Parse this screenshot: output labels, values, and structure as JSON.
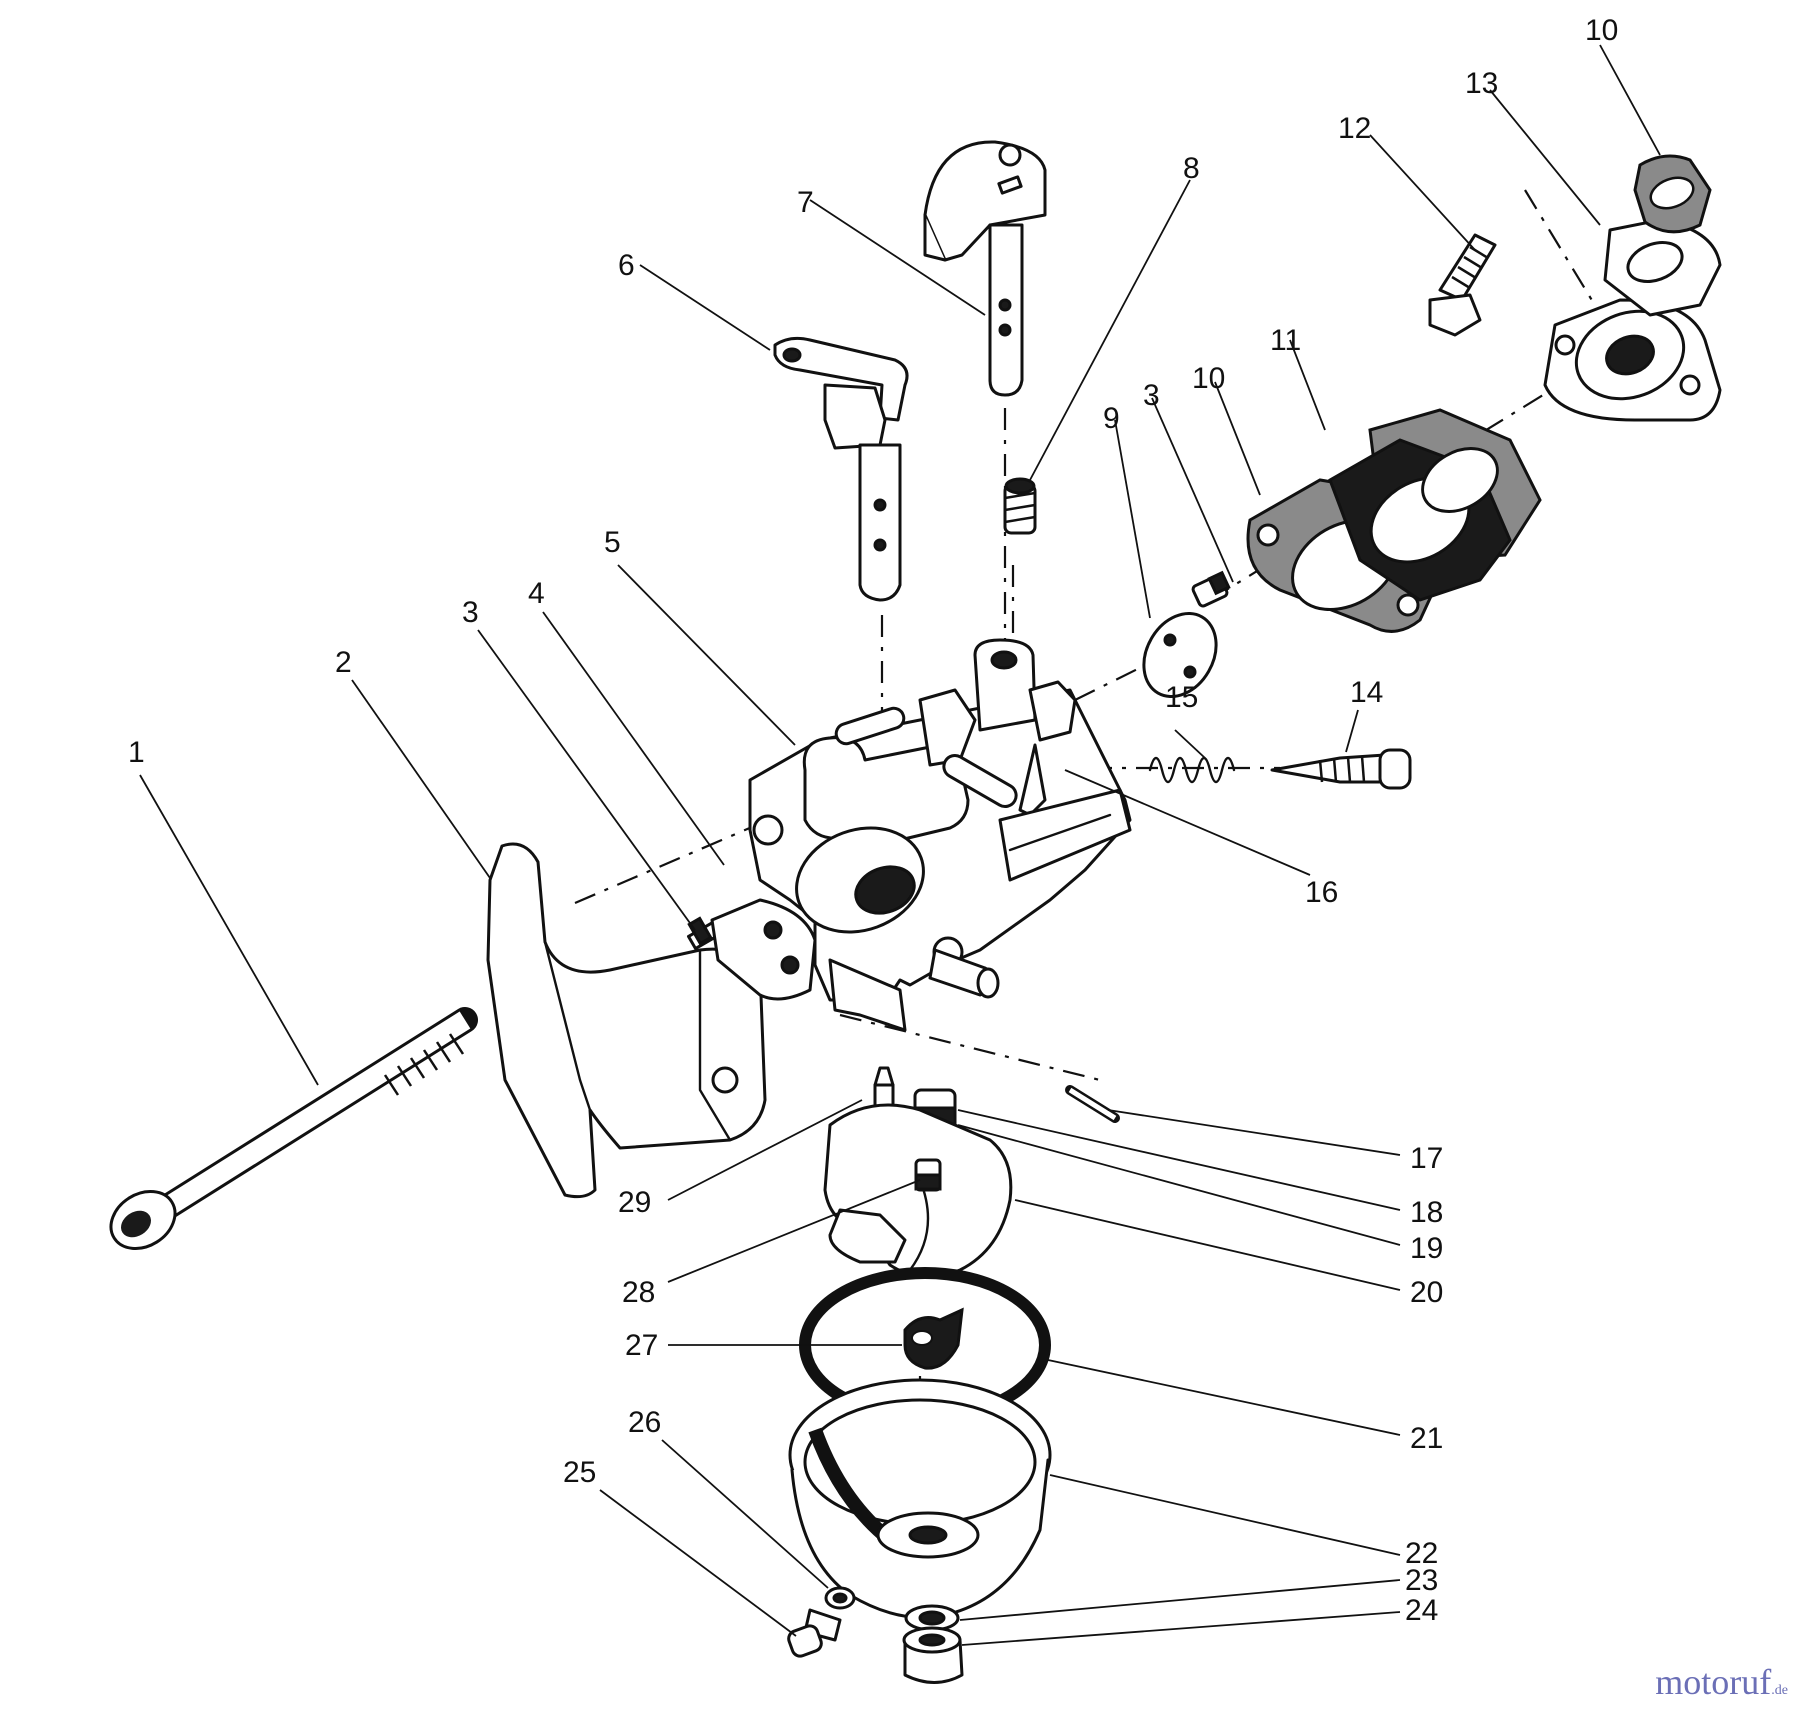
{
  "diagram": {
    "labels": {
      "p1": "1",
      "p2": "2",
      "p3a": "3",
      "p3b": "3",
      "p4": "4",
      "p5": "5",
      "p6": "6",
      "p7": "7",
      "p8": "8",
      "p9": "9",
      "p10a": "10",
      "p10b": "10",
      "p11": "11",
      "p12": "12",
      "p13": "13",
      "p14": "14",
      "p15": "15",
      "p16": "16",
      "p17": "17",
      "p18": "18",
      "p19": "19",
      "p20": "20",
      "p21": "21",
      "p22": "22",
      "p23": "23",
      "p24": "24",
      "p25": "25",
      "p26": "26",
      "p27": "27",
      "p28": "28",
      "p29": "29"
    }
  },
  "watermark": {
    "name": "motoruf",
    "suffix": ".de"
  }
}
